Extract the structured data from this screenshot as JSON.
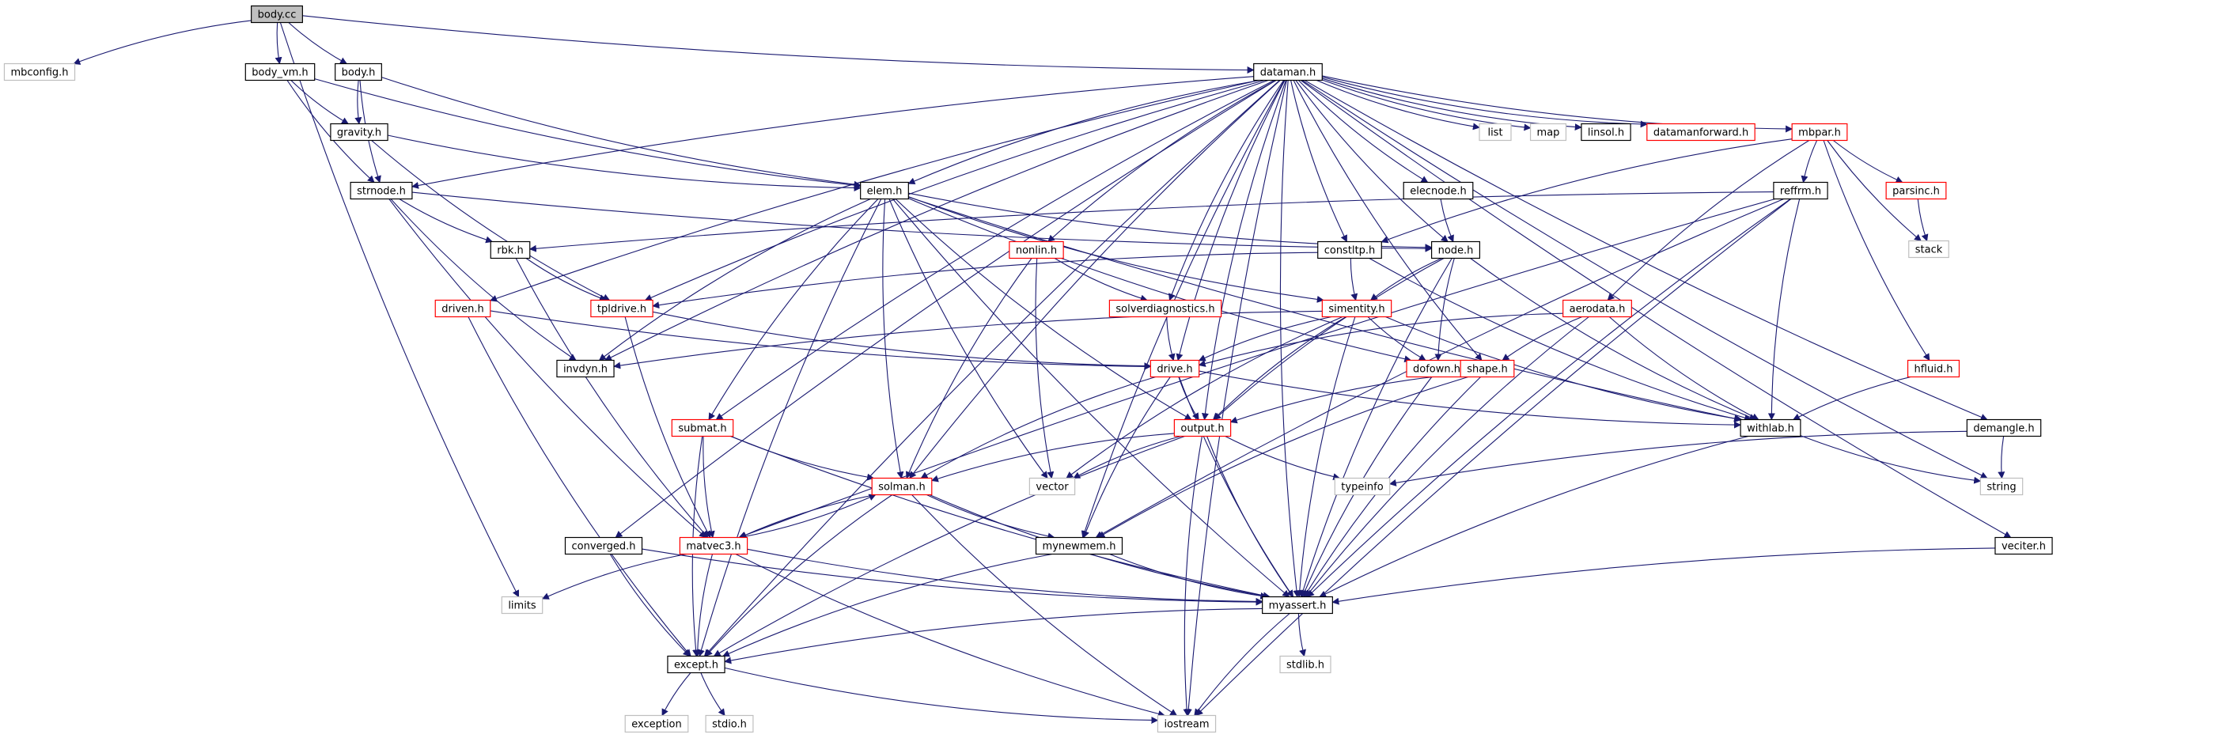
{
  "graph": {
    "colors": {
      "edge": "#191970",
      "selected_fill": "#bfbfbf",
      "selected_border": "#000000",
      "documented_border": "#000000",
      "truncated_border": "#ff0000",
      "external_border": "#bfbfbf"
    },
    "nodes": [
      {
        "id": "body_cc",
        "label": "body.cc",
        "kind": "selected"
      },
      {
        "id": "mbconfig_h",
        "label": "mbconfig.h",
        "kind": "external"
      },
      {
        "id": "body_vm_h",
        "label": "body_vm.h",
        "kind": "documented"
      },
      {
        "id": "body_h",
        "label": "body.h",
        "kind": "documented"
      },
      {
        "id": "dataman_h",
        "label": "dataman.h",
        "kind": "documented"
      },
      {
        "id": "gravity_h",
        "label": "gravity.h",
        "kind": "documented"
      },
      {
        "id": "strnode_h",
        "label": "strnode.h",
        "kind": "documented"
      },
      {
        "id": "elem_h",
        "label": "elem.h",
        "kind": "documented"
      },
      {
        "id": "list",
        "label": "list",
        "kind": "external"
      },
      {
        "id": "map",
        "label": "map",
        "kind": "external"
      },
      {
        "id": "linsol_h",
        "label": "linsol.h",
        "kind": "documented"
      },
      {
        "id": "datamanforward_h",
        "label": "datamanforward.h",
        "kind": "truncated"
      },
      {
        "id": "mbpar_h",
        "label": "mbpar.h",
        "kind": "truncated"
      },
      {
        "id": "elecnode_h",
        "label": "elecnode.h",
        "kind": "documented"
      },
      {
        "id": "reffrm_h",
        "label": "reffrm.h",
        "kind": "documented"
      },
      {
        "id": "parsinc_h",
        "label": "parsinc.h",
        "kind": "truncated"
      },
      {
        "id": "stack",
        "label": "stack",
        "kind": "external"
      },
      {
        "id": "rbk_h",
        "label": "rbk.h",
        "kind": "documented"
      },
      {
        "id": "nonlin_h",
        "label": "nonlin.h",
        "kind": "truncated"
      },
      {
        "id": "constltp_h",
        "label": "constltp.h",
        "kind": "documented"
      },
      {
        "id": "node_h",
        "label": "node.h",
        "kind": "documented"
      },
      {
        "id": "driven_h",
        "label": "driven.h",
        "kind": "truncated"
      },
      {
        "id": "tpldrive_h",
        "label": "tpldrive.h",
        "kind": "truncated"
      },
      {
        "id": "solverdiagnostics_h",
        "label": "solverdiagnostics.h",
        "kind": "truncated"
      },
      {
        "id": "simentity_h",
        "label": "simentity.h",
        "kind": "truncated"
      },
      {
        "id": "aerodata_h",
        "label": "aerodata.h",
        "kind": "truncated"
      },
      {
        "id": "invdyn_h",
        "label": "invdyn.h",
        "kind": "documented"
      },
      {
        "id": "drive_h",
        "label": "drive.h",
        "kind": "truncated"
      },
      {
        "id": "dofown_h",
        "label": "dofown.h",
        "kind": "truncated"
      },
      {
        "id": "shape_h",
        "label": "shape.h",
        "kind": "truncated"
      },
      {
        "id": "hfluid_h",
        "label": "hfluid.h",
        "kind": "truncated"
      },
      {
        "id": "withlab_h",
        "label": "withlab.h",
        "kind": "documented"
      },
      {
        "id": "demangle_h",
        "label": "demangle.h",
        "kind": "documented"
      },
      {
        "id": "submat_h",
        "label": "submat.h",
        "kind": "truncated"
      },
      {
        "id": "output_h",
        "label": "output.h",
        "kind": "truncated"
      },
      {
        "id": "typeinfo",
        "label": "typeinfo",
        "kind": "external"
      },
      {
        "id": "string",
        "label": "string",
        "kind": "external"
      },
      {
        "id": "vector",
        "label": "vector",
        "kind": "external"
      },
      {
        "id": "solman_h",
        "label": "solman.h",
        "kind": "truncated"
      },
      {
        "id": "converged_h",
        "label": "converged.h",
        "kind": "documented"
      },
      {
        "id": "matvec3_h",
        "label": "matvec3.h",
        "kind": "truncated"
      },
      {
        "id": "mynewmem_h",
        "label": "mynewmem.h",
        "kind": "documented"
      },
      {
        "id": "veciter_h",
        "label": "veciter.h",
        "kind": "documented"
      },
      {
        "id": "limits",
        "label": "limits",
        "kind": "external"
      },
      {
        "id": "myassert_h",
        "label": "myassert.h",
        "kind": "documented"
      },
      {
        "id": "stdlib_h",
        "label": "stdlib.h",
        "kind": "external"
      },
      {
        "id": "except_h",
        "label": "except.h",
        "kind": "documented"
      },
      {
        "id": "exception",
        "label": "exception",
        "kind": "external"
      },
      {
        "id": "stdio_h",
        "label": "stdio.h",
        "kind": "external"
      },
      {
        "id": "iostream",
        "label": "iostream",
        "kind": "external"
      }
    ],
    "edges": [
      [
        "body_cc",
        "mbconfig_h"
      ],
      [
        "body_cc",
        "body_vm_h"
      ],
      [
        "body_cc",
        "body_h"
      ],
      [
        "body_cc",
        "dataman_h"
      ],
      [
        "body_cc",
        "limits"
      ],
      [
        "body_vm_h",
        "gravity_h"
      ],
      [
        "body_vm_h",
        "strnode_h"
      ],
      [
        "body_vm_h",
        "elem_h"
      ],
      [
        "body_h",
        "gravity_h"
      ],
      [
        "body_h",
        "strnode_h"
      ],
      [
        "body_h",
        "elem_h"
      ],
      [
        "gravity_h",
        "elem_h"
      ],
      [
        "gravity_h",
        "tpldrive_h"
      ],
      [
        "dataman_h",
        "list"
      ],
      [
        "dataman_h",
        "map"
      ],
      [
        "dataman_h",
        "linsol_h"
      ],
      [
        "dataman_h",
        "datamanforward_h"
      ],
      [
        "dataman_h",
        "mbpar_h"
      ],
      [
        "dataman_h",
        "elecnode_h"
      ],
      [
        "dataman_h",
        "elem_h"
      ],
      [
        "dataman_h",
        "strnode_h"
      ],
      [
        "dataman_h",
        "node_h"
      ],
      [
        "dataman_h",
        "constltp_h"
      ],
      [
        "dataman_h",
        "nonlin_h"
      ],
      [
        "dataman_h",
        "solverdiagnostics_h"
      ],
      [
        "dataman_h",
        "shape_h"
      ],
      [
        "dataman_h",
        "driven_h"
      ],
      [
        "dataman_h",
        "tpldrive_h"
      ],
      [
        "dataman_h",
        "invdyn_h"
      ],
      [
        "dataman_h",
        "drive_h"
      ],
      [
        "dataman_h",
        "output_h"
      ],
      [
        "dataman_h",
        "submat_h"
      ],
      [
        "dataman_h",
        "solman_h"
      ],
      [
        "dataman_h",
        "mynewmem_h"
      ],
      [
        "dataman_h",
        "converged_h"
      ],
      [
        "dataman_h",
        "except_h"
      ],
      [
        "dataman_h",
        "myassert_h"
      ],
      [
        "dataman_h",
        "veciter_h"
      ],
      [
        "dataman_h",
        "demangle_h"
      ],
      [
        "dataman_h",
        "string"
      ],
      [
        "dataman_h",
        "iostream"
      ],
      [
        "mbpar_h",
        "reffrm_h"
      ],
      [
        "mbpar_h",
        "parsinc_h"
      ],
      [
        "mbpar_h",
        "stack"
      ],
      [
        "mbpar_h",
        "hfluid_h"
      ],
      [
        "mbpar_h",
        "aerodata_h"
      ],
      [
        "mbpar_h",
        "constltp_h"
      ],
      [
        "parsinc_h",
        "stack"
      ],
      [
        "elecnode_h",
        "node_h"
      ],
      [
        "reffrm_h",
        "rbk_h"
      ],
      [
        "reffrm_h",
        "matvec3_h"
      ],
      [
        "reffrm_h",
        "mynewmem_h"
      ],
      [
        "reffrm_h",
        "withlab_h"
      ],
      [
        "reffrm_h",
        "myassert_h"
      ],
      [
        "reffrm_h",
        "iostream"
      ],
      [
        "strnode_h",
        "rbk_h"
      ],
      [
        "strnode_h",
        "node_h"
      ],
      [
        "strnode_h",
        "invdyn_h"
      ],
      [
        "strnode_h",
        "matvec3_h"
      ],
      [
        "elem_h",
        "node_h"
      ],
      [
        "elem_h",
        "simentity_h"
      ],
      [
        "elem_h",
        "invdyn_h"
      ],
      [
        "elem_h",
        "submat_h"
      ],
      [
        "elem_h",
        "solman_h"
      ],
      [
        "elem_h",
        "vector"
      ],
      [
        "elem_h",
        "output_h"
      ],
      [
        "elem_h",
        "dofown_h"
      ],
      [
        "elem_h",
        "withlab_h"
      ],
      [
        "elem_h",
        "myassert_h"
      ],
      [
        "elem_h",
        "except_h"
      ],
      [
        "rbk_h",
        "tpldrive_h"
      ],
      [
        "rbk_h",
        "matvec3_h"
      ],
      [
        "nonlin_h",
        "solverdiagnostics_h"
      ],
      [
        "nonlin_h",
        "solman_h"
      ],
      [
        "nonlin_h",
        "vector"
      ],
      [
        "constltp_h",
        "simentity_h"
      ],
      [
        "constltp_h",
        "tpldrive_h"
      ],
      [
        "constltp_h",
        "withlab_h"
      ],
      [
        "node_h",
        "simentity_h"
      ],
      [
        "node_h",
        "dofown_h"
      ],
      [
        "node_h",
        "output_h"
      ],
      [
        "node_h",
        "withlab_h"
      ],
      [
        "node_h",
        "myassert_h"
      ],
      [
        "driven_h",
        "drive_h"
      ],
      [
        "driven_h",
        "except_h"
      ],
      [
        "tpldrive_h",
        "drive_h"
      ],
      [
        "tpldrive_h",
        "matvec3_h"
      ],
      [
        "solverdiagnostics_h",
        "drive_h"
      ],
      [
        "simentity_h",
        "invdyn_h"
      ],
      [
        "simentity_h",
        "drive_h"
      ],
      [
        "simentity_h",
        "dofown_h"
      ],
      [
        "simentity_h",
        "output_h"
      ],
      [
        "simentity_h",
        "withlab_h"
      ],
      [
        "simentity_h",
        "myassert_h"
      ],
      [
        "simentity_h",
        "vector"
      ],
      [
        "aerodata_h",
        "drive_h"
      ],
      [
        "aerodata_h",
        "shape_h"
      ],
      [
        "aerodata_h",
        "withlab_h"
      ],
      [
        "aerodata_h",
        "myassert_h"
      ],
      [
        "drive_h",
        "output_h"
      ],
      [
        "drive_h",
        "solman_h"
      ],
      [
        "drive_h",
        "mynewmem_h"
      ],
      [
        "drive_h",
        "withlab_h"
      ],
      [
        "drive_h",
        "myassert_h"
      ],
      [
        "dofown_h",
        "myassert_h"
      ],
      [
        "shape_h",
        "output_h"
      ],
      [
        "shape_h",
        "mynewmem_h"
      ],
      [
        "shape_h",
        "myassert_h"
      ],
      [
        "hfluid_h",
        "withlab_h"
      ],
      [
        "withlab_h",
        "string"
      ],
      [
        "withlab_h",
        "myassert_h"
      ],
      [
        "demangle_h",
        "typeinfo"
      ],
      [
        "demangle_h",
        "string"
      ],
      [
        "submat_h",
        "solman_h"
      ],
      [
        "submat_h",
        "matvec3_h"
      ],
      [
        "submat_h",
        "myassert_h"
      ],
      [
        "submat_h",
        "except_h"
      ],
      [
        "output_h",
        "typeinfo"
      ],
      [
        "output_h",
        "vector"
      ],
      [
        "output_h",
        "solman_h"
      ],
      [
        "output_h",
        "myassert_h"
      ],
      [
        "output_h",
        "except_h"
      ],
      [
        "output_h",
        "iostream"
      ],
      [
        "solman_h",
        "matvec3_h"
      ],
      [
        "solman_h",
        "mynewmem_h"
      ],
      [
        "solman_h",
        "myassert_h"
      ],
      [
        "solman_h",
        "except_h"
      ],
      [
        "solman_h",
        "iostream"
      ],
      [
        "matvec3_h",
        "solman_h"
      ],
      [
        "matvec3_h",
        "limits"
      ],
      [
        "matvec3_h",
        "myassert_h"
      ],
      [
        "matvec3_h",
        "except_h"
      ],
      [
        "matvec3_h",
        "iostream"
      ],
      [
        "converged_h",
        "myassert_h"
      ],
      [
        "converged_h",
        "except_h"
      ],
      [
        "mynewmem_h",
        "myassert_h"
      ],
      [
        "mynewmem_h",
        "except_h"
      ],
      [
        "veciter_h",
        "myassert_h"
      ],
      [
        "myassert_h",
        "stdlib_h"
      ],
      [
        "myassert_h",
        "except_h"
      ],
      [
        "myassert_h",
        "iostream"
      ],
      [
        "except_h",
        "exception"
      ],
      [
        "except_h",
        "stdio_h"
      ],
      [
        "except_h",
        "iostream"
      ]
    ]
  }
}
